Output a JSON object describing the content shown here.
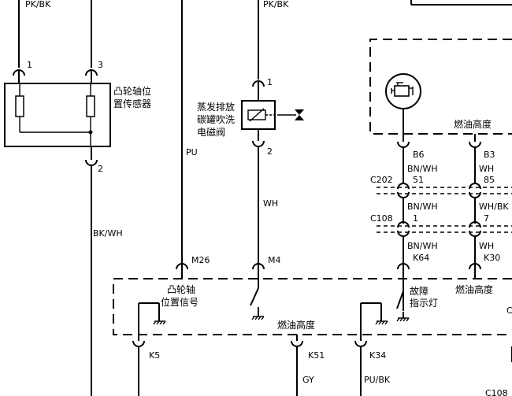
{
  "labels": {
    "pkbk_left": "PK/BK",
    "pkbk_mid": "PK/BK",
    "pin1_left": "1",
    "pin3": "3",
    "pin2_left": "2",
    "pin1_mid": "1",
    "pin2_mid": "2",
    "cam_sensor_l1": "凸轮轴位",
    "cam_sensor_l2": "置传感器",
    "evap_l1": "蒸发排放",
    "evap_l2": "碳罐吹洗",
    "evap_l3": "电磁阀",
    "fuel_level_top": "燃油高度",
    "b6": "B6",
    "b3": "B3",
    "c202": "C202",
    "bnwh_1": "BN/WH",
    "n51": "51",
    "wh_1": "WH",
    "n85": "85",
    "c108": "C108",
    "bnwh_2": "BN/WH",
    "n1": "1",
    "whbk": "WH/BK",
    "n7": "7",
    "bnwh_3": "BN/WH",
    "k64": "K64",
    "wh_2": "WH",
    "k30": "K30",
    "pu": "PU",
    "wh_mid": "WH",
    "bkwh": "BK/WH",
    "m26": "M26",
    "m4": "M4",
    "cam_signal_l1": "凸轮轴",
    "cam_signal_l2": "位置信号",
    "fault_l1": "故障",
    "fault_l2": "指示灯",
    "fuel_level_mid": "燃油高度",
    "fuel_level_right": "燃油高度",
    "edge_c": "C",
    "k5": "K5",
    "k51": "K51",
    "k34": "K34",
    "gy": "GY",
    "pubk": "PU/BK",
    "c108_bottom": "C108"
  }
}
